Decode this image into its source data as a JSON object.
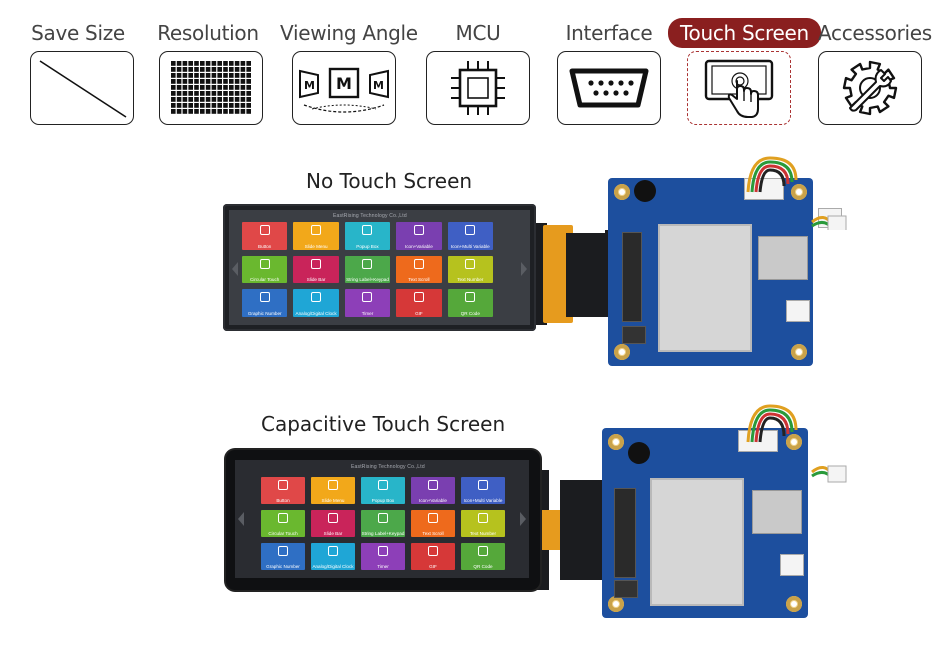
{
  "tabs": [
    {
      "label": "Save Size",
      "icon": "diagonal-line-icon",
      "active": false
    },
    {
      "label": "Resolution",
      "icon": "pixel-grid-icon",
      "active": false
    },
    {
      "label": "Viewing Angle",
      "icon": "viewing-angle-icon",
      "active": false
    },
    {
      "label": "MCU",
      "icon": "chip-icon",
      "active": false
    },
    {
      "label": "Interface",
      "icon": "serial-port-icon",
      "active": false
    },
    {
      "label": "Touch Screen",
      "icon": "touch-hand-icon",
      "active": true
    },
    {
      "label": "Accessories",
      "icon": "gear-wrench-icon",
      "active": false
    }
  ],
  "colors": {
    "active_tab": "#8a1f1f",
    "pcb": "#1d4f9e",
    "fpc": "#e69b1e"
  },
  "sections": {
    "no_touch": {
      "title": "No Touch Screen"
    },
    "capacitive": {
      "title": "Capacitive Touch Screen"
    }
  },
  "display": {
    "brand": "EastRising Technology Co.,Ltd",
    "apps": [
      {
        "label": "Button",
        "color": "#e04848"
      },
      {
        "label": "Slide Menu",
        "color": "#f2a81a"
      },
      {
        "label": "Popup Box",
        "color": "#28b5c9"
      },
      {
        "label": "Icon+Variable",
        "color": "#7a3fb0"
      },
      {
        "label": "Icon+Multi Variable",
        "color": "#3f5fc4"
      },
      {
        "label": "Circular Touch",
        "color": "#6ab82f"
      },
      {
        "label": "Slide Bar",
        "color": "#c9245a"
      },
      {
        "label": "String Label+Keypad",
        "color": "#4ca84a"
      },
      {
        "label": "Text Scroll",
        "color": "#ee6a1c"
      },
      {
        "label": "Text Number",
        "color": "#b6c21e"
      },
      {
        "label": "Graphic Number",
        "color": "#2f6fc4"
      },
      {
        "label": "Analog/Digital Clock",
        "color": "#1fa6d6"
      },
      {
        "label": "Timer",
        "color": "#8d3fb8"
      },
      {
        "label": "GIF",
        "color": "#d63838"
      },
      {
        "label": "QR Code",
        "color": "#55a83a"
      }
    ]
  }
}
